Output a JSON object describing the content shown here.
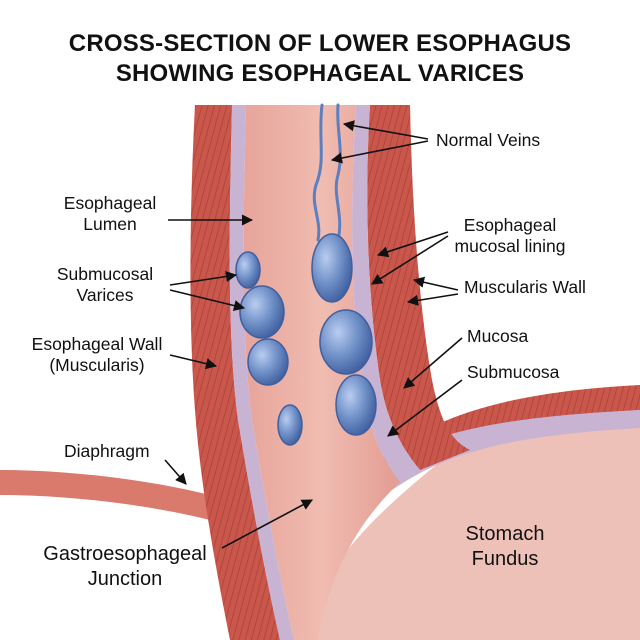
{
  "title": {
    "line1": "CROSS-SECTION OF LOWER ESOPHAGUS",
    "line2": "SHOWING ESOPHAGEAL VARICES"
  },
  "labels": {
    "normal_veins": "Normal Veins",
    "esophageal_lumen": [
      "Esophageal",
      "Lumen"
    ],
    "esophageal_mucosal_lining": [
      "Esophageal",
      "mucosal lining"
    ],
    "submucosal_varices": [
      "Submucosal",
      "Varices"
    ],
    "muscularis_wall": "Muscularis Wall",
    "esophageal_wall": [
      "Esophageal Wall",
      "(Muscularis)"
    ],
    "mucosa": "Mucosa",
    "submucosa": "Submucosa",
    "diaphragm": "Diaphragm",
    "gastroesophageal_junction": [
      "Gastroesophageal",
      "Junction"
    ],
    "stomach_fundus": [
      "Stomach",
      "Fundus"
    ]
  },
  "colors": {
    "muscle_red": "#c9574b",
    "lumen_pink": "#e8aaa0",
    "submucosa_lilac": "#c9b3d3",
    "vein_blue": "#6f8fc7",
    "stomach_pink": "#eec1b8"
  }
}
